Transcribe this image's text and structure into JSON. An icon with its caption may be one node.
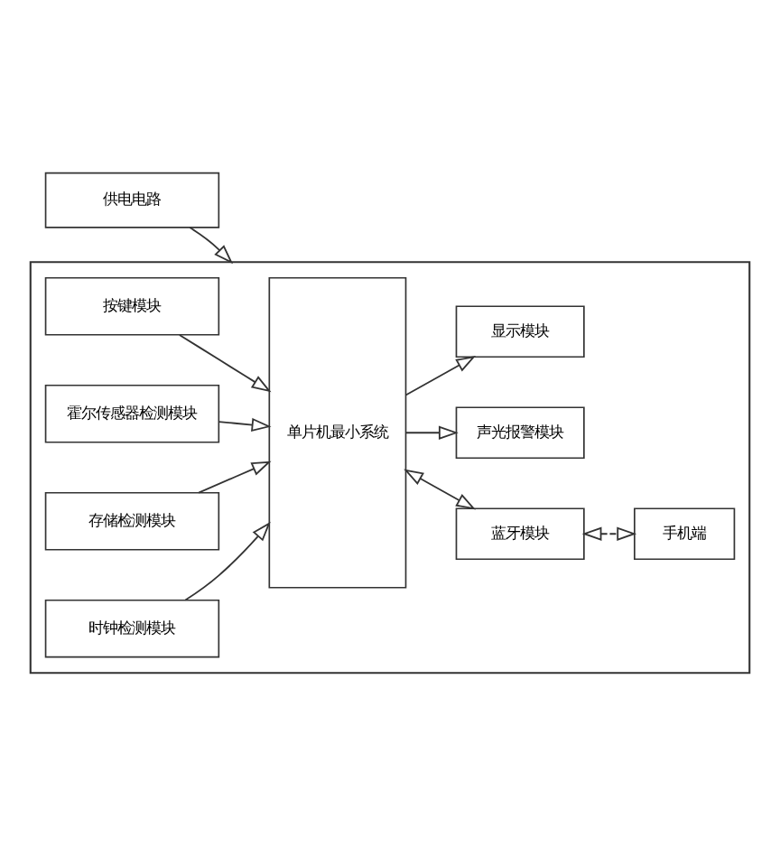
{
  "diagram": {
    "nodes": [
      {
        "text": [
          "供电电路"
        ]
      },
      {
        "text": [],
        "shape": "box"
      },
      {
        "text": [
          "按键模块"
        ],
        "in": 1
      },
      {
        "text": [
          "霍尔传感器检测模块"
        ],
        "in": 1
      },
      {
        "text": [
          "存储检测模块"
        ],
        "in": 1
      },
      {
        "text": [
          "时钟检测模块"
        ],
        "in": 1
      },
      {
        "text": [
          "单片机最小系统"
        ],
        "in": 1
      },
      {
        "text": [
          "显示模块"
        ],
        "in": 1
      },
      {
        "text": [
          "声光报警模块"
        ],
        "in": 1
      },
      {
        "text": [
          "蓝牙模块"
        ],
        "in": 1
      },
      {
        "text": [
          "手机端"
        ],
        "in": 1
      }
    ],
    "edges": [
      {
        "from": 0,
        "to": 1,
        "arrow": "to"
      },
      {
        "from": 2,
        "to": 6,
        "arrow": "to"
      },
      {
        "from": 3,
        "to": 6,
        "arrow": "to"
      },
      {
        "from": 4,
        "to": 6,
        "arrow": "to"
      },
      {
        "from": 5,
        "to": 6,
        "arrow": "to"
      },
      {
        "from": 6,
        "to": 7,
        "arrow": "to"
      },
      {
        "from": 6,
        "to": 8,
        "arrow": "to"
      },
      {
        "from": 6,
        "to": 9,
        "arrow": "both"
      },
      {
        "from": 9,
        "to": 10,
        "arrow": "both",
        "style": "dashed"
      }
    ]
  }
}
